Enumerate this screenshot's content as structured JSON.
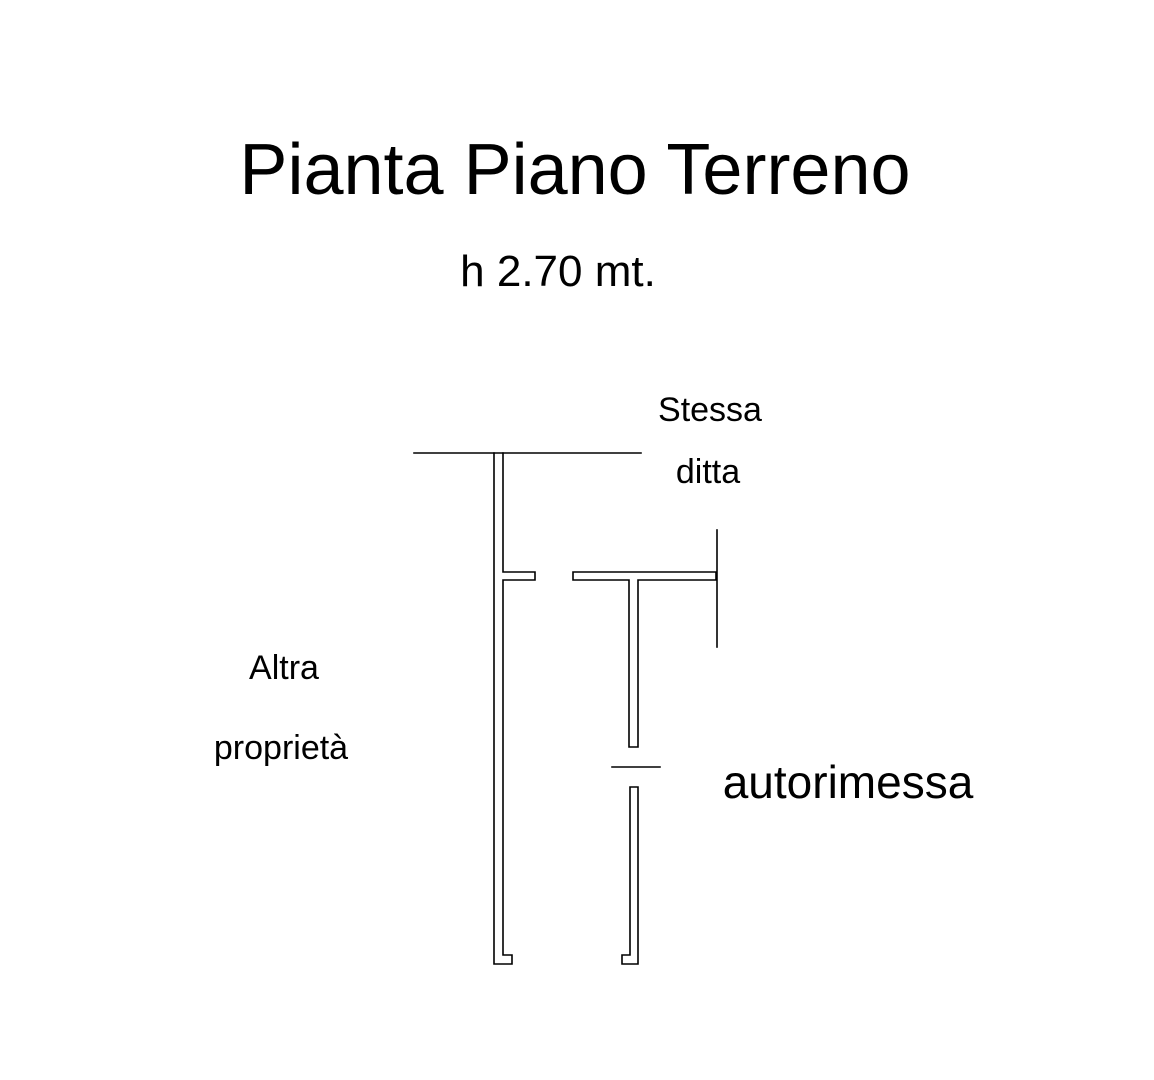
{
  "title": "Pianta Piano Terreno",
  "subtitle": "h 2.70 mt.",
  "labels": {
    "stessa_line1": "Stessa",
    "stessa_line2": "ditta",
    "altra_line1": "Altra",
    "altra_line2": "proprietà",
    "autorimessa": "autorimessa"
  },
  "colors": {
    "background": "#ffffff",
    "ink": "#000000"
  }
}
